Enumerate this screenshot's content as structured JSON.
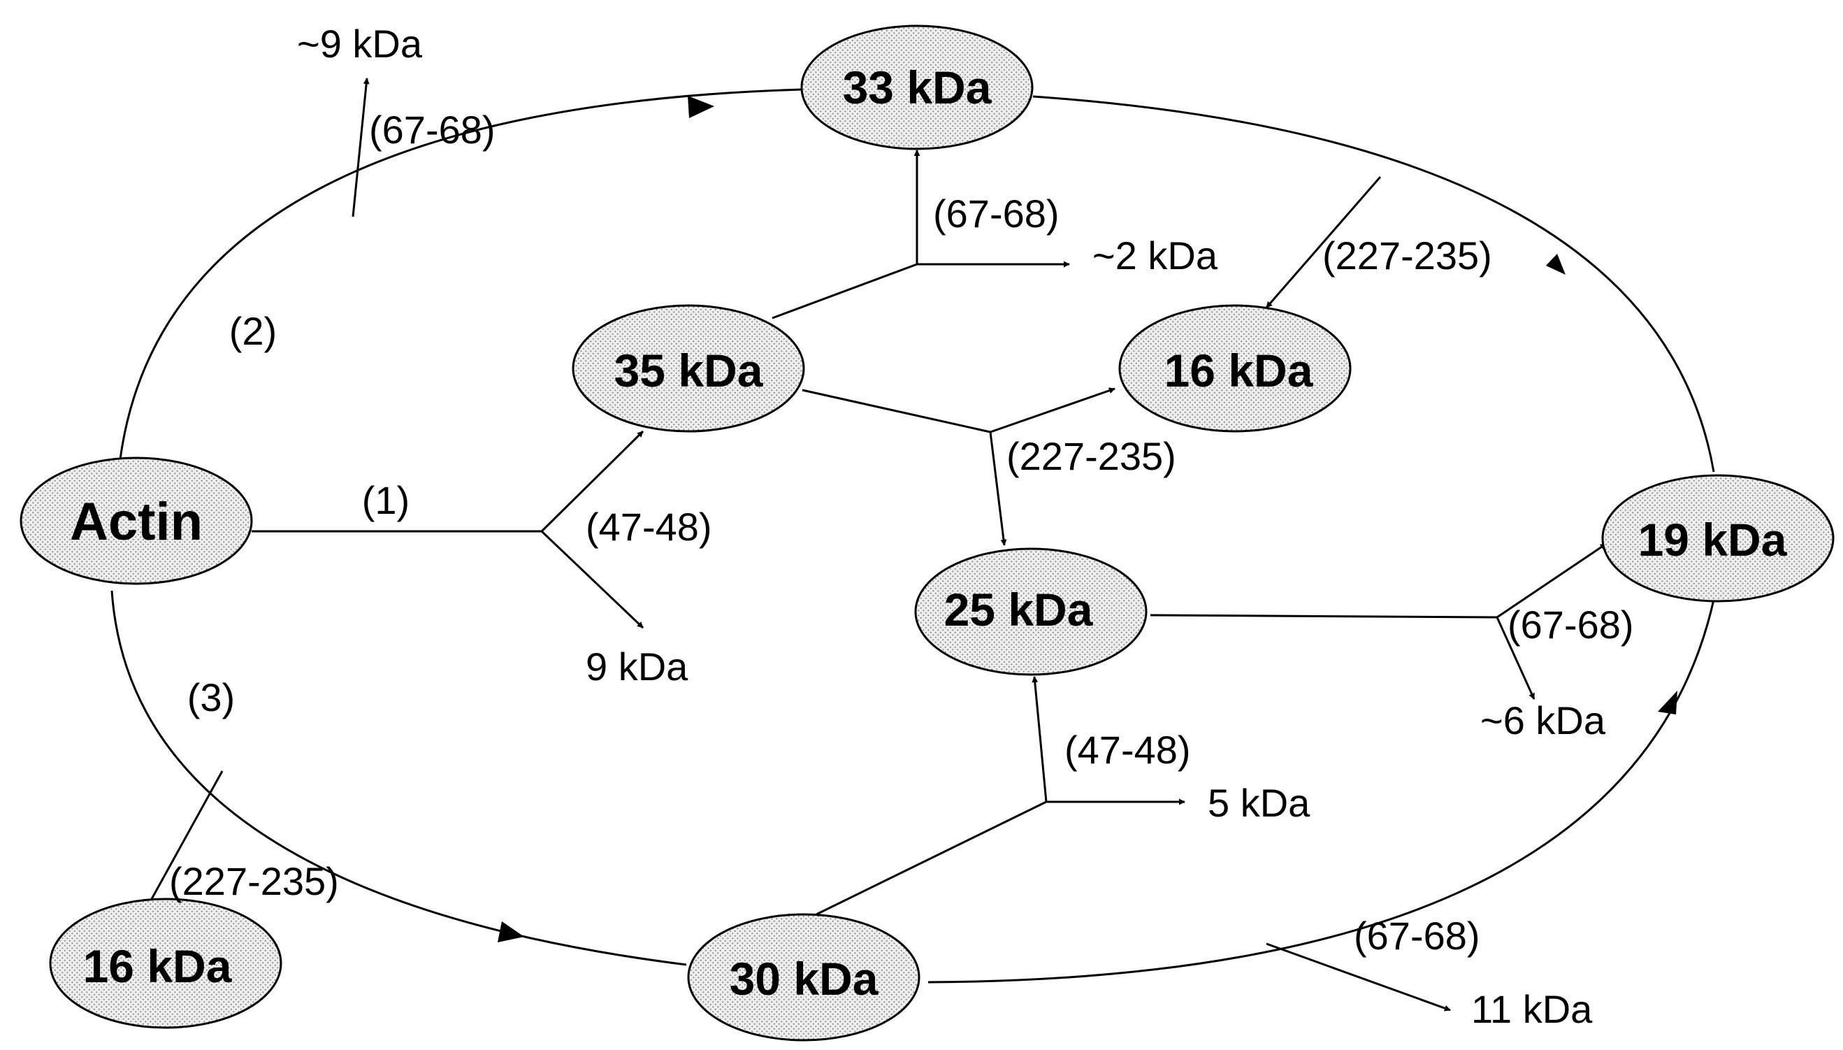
{
  "nodes": {
    "actin": "Actin",
    "kda35": "35 kDa",
    "kda33": "33 kDa",
    "kda16_top": "16 kDa",
    "kda25": "25 kDa",
    "kda19": "19 kDa",
    "kda30": "30 kDa",
    "kda16_bottom": "16 kDa"
  },
  "pathway_labels": {
    "p1": "(1)",
    "p2": "(2)",
    "p3": "(3)"
  },
  "cleavage_labels": {
    "c_actin_35": "(47-48)",
    "c_actin_33": "(67-68)",
    "c_35_33": "(67-68)",
    "c_33_16": "(227-235)",
    "c_35_branch": "(227-235)",
    "c_25_19": "(67-68)",
    "c_30_25": "(47-48)",
    "c_actin_16": "(227-235)",
    "c_30_19": "(67-68)"
  },
  "fragments": {
    "f9": "9 kDa",
    "f9_approx": "~9 kDa",
    "f2_approx": "~2 kDa",
    "f6_approx": "~6 kDa",
    "f5": "5 kDa",
    "f11": "11 kDa"
  },
  "colors": {
    "node_fill": "#e6e6e6",
    "stroke": "#000000"
  }
}
